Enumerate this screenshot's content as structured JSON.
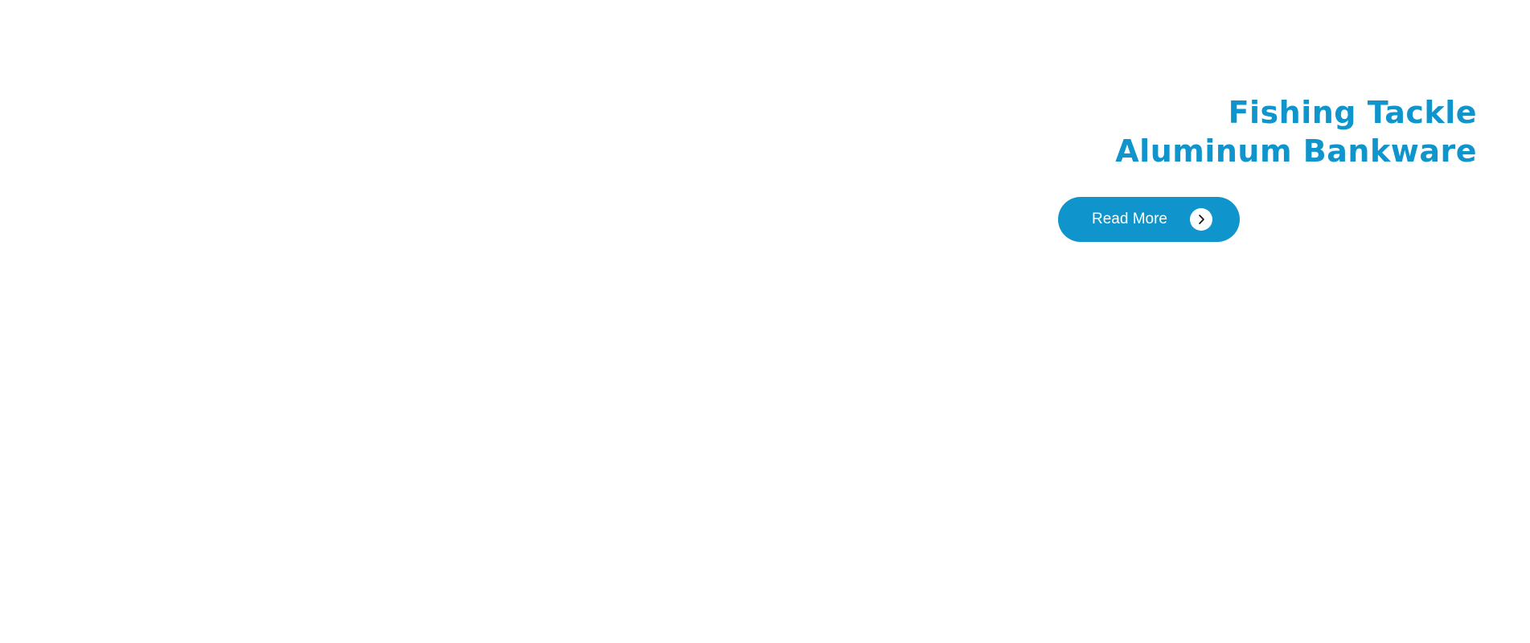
{
  "hero": {
    "heading_line1": "Fishing Tackle",
    "heading_line2": "Aluminum Bankware",
    "cta_label": "Read More",
    "cta_icon": "chevron-right-icon",
    "accent_color": "#0f95cc"
  }
}
